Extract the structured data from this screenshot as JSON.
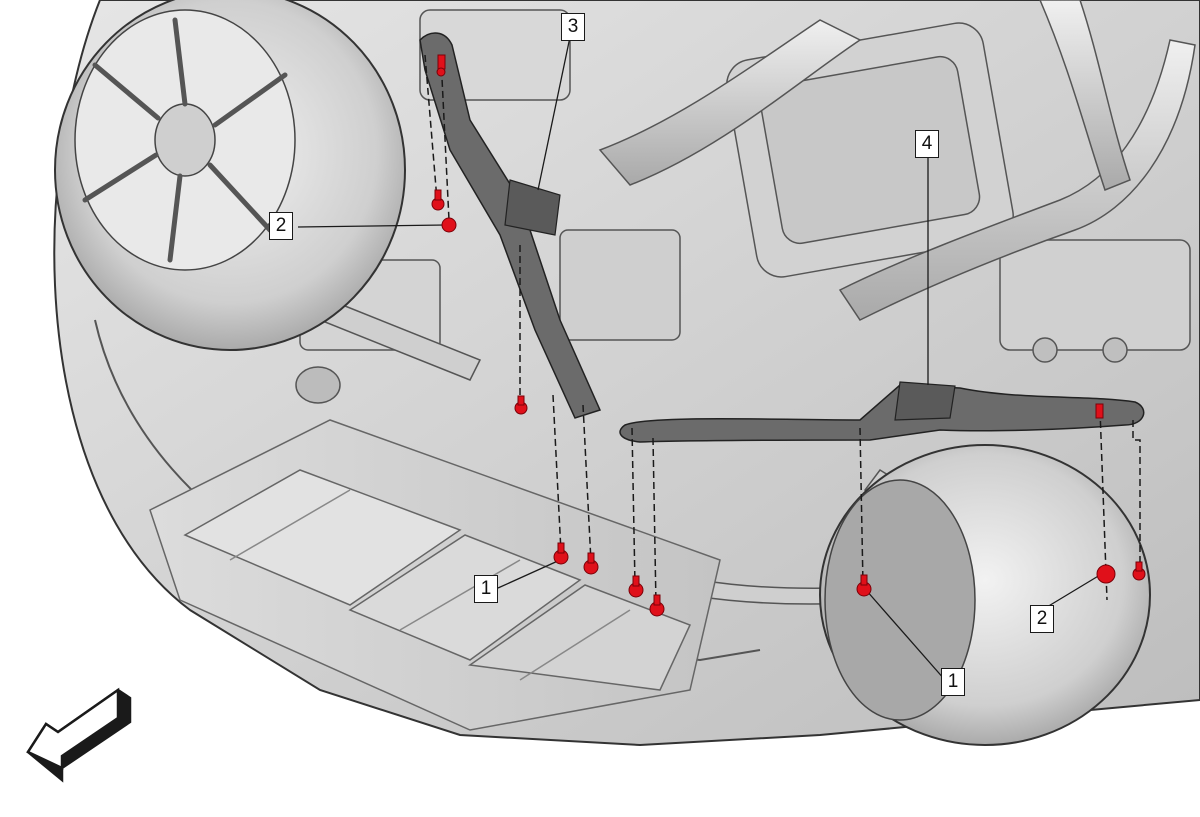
{
  "callouts": {
    "c1a": "1",
    "c1b": "1",
    "c2a": "2",
    "c2b": "2",
    "c3": "3",
    "c4": "4"
  },
  "colors": {
    "fastener": "#e0101a",
    "brace": "#6b6b6b",
    "body": "#d6d6d6",
    "outline": "#1a1a1a"
  },
  "icons": {
    "direction": "front-direction-arrow-icon"
  }
}
